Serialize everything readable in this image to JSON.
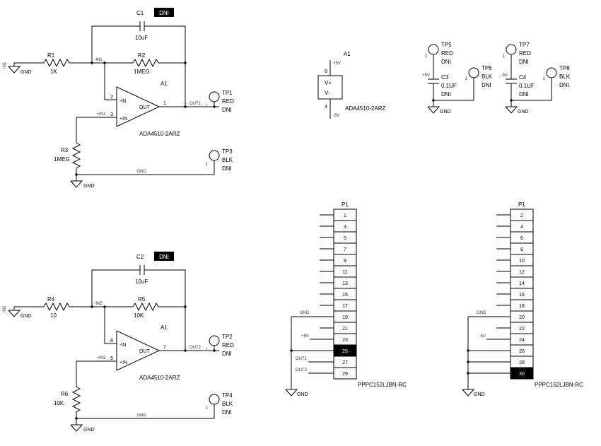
{
  "amp1": {
    "cap": {
      "ref": "C1",
      "dni": "DNI",
      "value": "10uF"
    },
    "r_in": {
      "ref": "R1",
      "value": "1K"
    },
    "r_fb": {
      "ref": "R2",
      "value": "1MEG"
    },
    "r_gnd": {
      "ref": "R3",
      "value": "1MEG"
    },
    "opamp": {
      "ref": "A1",
      "part": "ADA4510-2ARZ",
      "pin_inv": "2",
      "pin_non": "3",
      "pin_out": "1",
      "lbl_inv": "-IN",
      "lbl_non": "+IN",
      "lbl_out": "OUT"
    },
    "tp_out": {
      "ref": "TP1",
      "color": "RED",
      "dni": "DNI",
      "pin": "1"
    },
    "tp_gnd": {
      "ref": "TP3",
      "color": "BLK",
      "dni": "DNI",
      "pin": "1"
    },
    "gnd_in": "GND",
    "gnd_bottom": "GND",
    "nets": {
      "input": "IN1",
      "inv": "-IN1",
      "non": "+IN1",
      "out": "OUT1",
      "gnd": "GND"
    }
  },
  "amp2": {
    "cap": {
      "ref": "C2",
      "dni": "DNI",
      "value": "10uF"
    },
    "r_in": {
      "ref": "R4",
      "value": "10"
    },
    "r_fb": {
      "ref": "R5",
      "value": "10K"
    },
    "r_gnd": {
      "ref": "R6",
      "value": "10K"
    },
    "opamp": {
      "ref": "A1",
      "part": "ADA4510-2ARZ",
      "pin_inv": "6",
      "pin_non": "5",
      "pin_out": "7",
      "lbl_inv": "-IN",
      "lbl_non": "+IN",
      "lbl_out": "OUT"
    },
    "tp_out": {
      "ref": "TP2",
      "color": "RED",
      "dni": "DNI",
      "pin": "1"
    },
    "tp_gnd": {
      "ref": "TP4",
      "color": "BLK",
      "dni": "DNI",
      "pin": "1"
    },
    "gnd_in": "GND",
    "gnd_bottom": "GND",
    "nets": {
      "input": "IN2",
      "inv": "-IN2",
      "non": "+IN2",
      "out": "OUT2",
      "gnd": "GND"
    }
  },
  "power": {
    "ref": "A1",
    "part": "ADA4510-2ARZ",
    "vplus": "V+",
    "vminus": "V-",
    "pin_vplus": "8",
    "pin_vminus": "4",
    "net_plus": "+5V",
    "net_minus": "-5V"
  },
  "decoup1": {
    "tp_top": {
      "ref": "TP5",
      "color": "RED",
      "dni": "DNI",
      "pin": "1"
    },
    "cap": {
      "ref": "C3",
      "value": "0.1UF",
      "dni": "DNI"
    },
    "tp_side": {
      "ref": "TP6",
      "color": "BLK",
      "dni": "DNI",
      "pin": "1"
    },
    "net": "+5V",
    "gnd": "GND"
  },
  "decoup2": {
    "tp_top": {
      "ref": "TP7",
      "color": "RED",
      "dni": "DNI",
      "pin": "1"
    },
    "cap": {
      "ref": "C4",
      "value": "0.1UF",
      "dni": "DNI"
    },
    "tp_side": {
      "ref": "TP8",
      "color": "BLK",
      "dni": "DNI",
      "pin": "1"
    },
    "net": "-5V",
    "gnd": "GND"
  },
  "conn_odd": {
    "ref": "P1",
    "part": "PPPC152LJBN-RC",
    "pins": [
      "1",
      "3",
      "5",
      "7",
      "9",
      "11",
      "13",
      "15",
      "17",
      "19",
      "21",
      "23",
      "25",
      "27",
      "29"
    ],
    "highlighted": "25",
    "gnd": "GND",
    "nets": {
      "gnd": "GND",
      "power": "+5V",
      "sig1": "OUT1",
      "sig2": "OUT2"
    }
  },
  "conn_even": {
    "ref": "P1",
    "part": "PPPC152LJBN-RC",
    "pins": [
      "2",
      "4",
      "6",
      "8",
      "10",
      "12",
      "14",
      "16",
      "18",
      "20",
      "22",
      "24",
      "26",
      "28",
      "30"
    ],
    "highlighted": "30",
    "gnd": "GND",
    "nets": {
      "gnd": "GND",
      "power": "-5V"
    }
  }
}
